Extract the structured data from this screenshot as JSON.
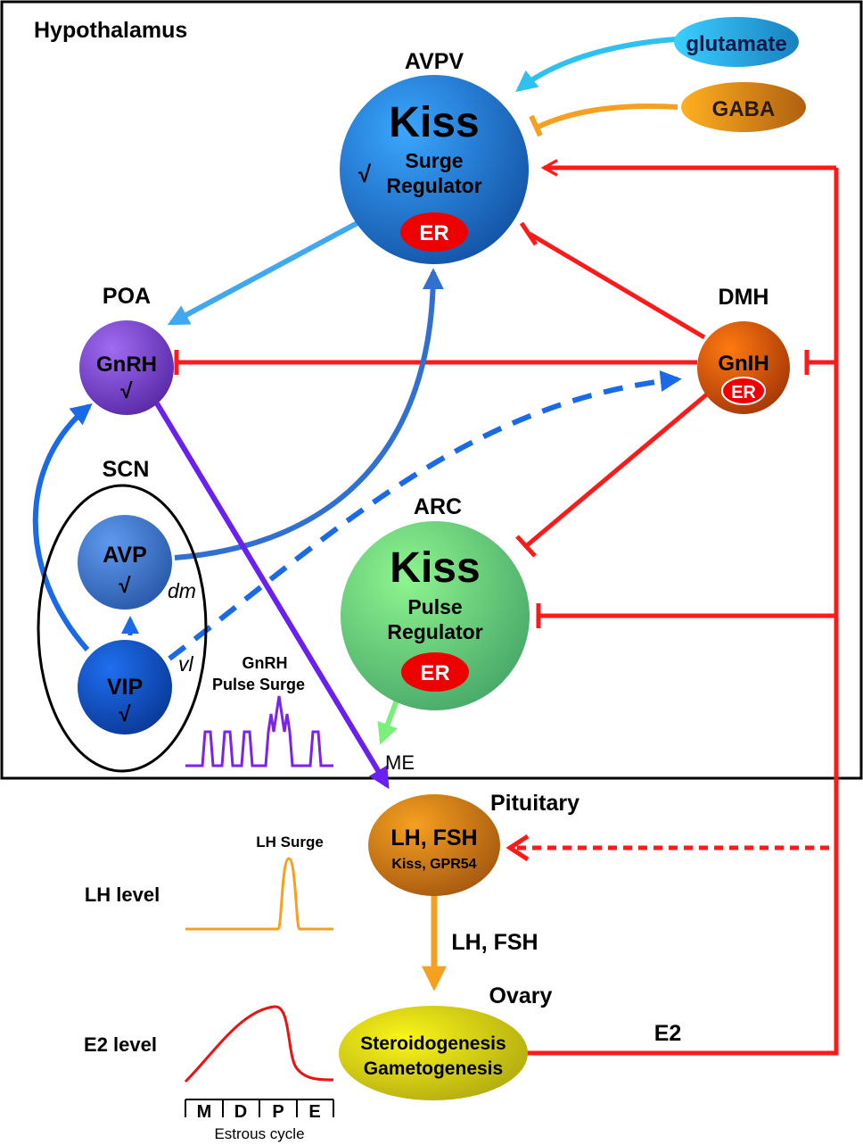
{
  "hypothalamus": {
    "title": "Hypothalamus"
  },
  "avpv": {
    "region": "AVPV",
    "title": "Kiss",
    "sub1": "Surge",
    "sub2": "Regulator",
    "receptor": "ER",
    "rhythm": "√"
  },
  "poa": {
    "region": "POA",
    "label": "GnRH",
    "rhythm": "√"
  },
  "dmh": {
    "region": "DMH",
    "label": "GnIH",
    "receptor": "ER"
  },
  "scn": {
    "region": "SCN",
    "avp": "AVP",
    "vip": "VIP",
    "dm": "dm",
    "vl": "vl",
    "avp_rhythm": "√",
    "vip_rhythm": "√"
  },
  "arc": {
    "region": "ARC",
    "title": "Kiss",
    "sub1": "Pulse",
    "sub2": "Regulator",
    "receptor": "ER"
  },
  "inputs": {
    "glutamate": "glutamate",
    "gaba": "GABA"
  },
  "gnrh_pattern": {
    "line1": "GnRH",
    "line2": "Pulse Surge"
  },
  "me": "ME",
  "pituitary": {
    "region": "Pituitary",
    "label": "LH, FSH",
    "sub": "Kiss, GPR54"
  },
  "pituitary_output": "LH, FSH",
  "ovary": {
    "region": "Ovary",
    "line1": "Steroidogenesis",
    "line2": "Gametogenesis"
  },
  "e2_label": "E2",
  "lh_level": {
    "label": "LH level",
    "surge": "LH Surge"
  },
  "e2_level": {
    "label": "E2 level"
  },
  "estrous": {
    "stages": [
      "M",
      "D",
      "P",
      "E"
    ],
    "caption": "Estrous cycle"
  },
  "colors": {
    "red": "#ff1a1a",
    "poa_purple": "#8855dd",
    "avpv_blue": "#1f7fd8",
    "arc_green": "#7ad97a",
    "dmh_orange": "#e06a10",
    "scn_blue": "#2060d0",
    "pituitary_orange": "#e08a20",
    "ovary_yellow": "#e8e410",
    "pulse_purple": "#7a22ee",
    "lh_orange": "#f5a020"
  }
}
